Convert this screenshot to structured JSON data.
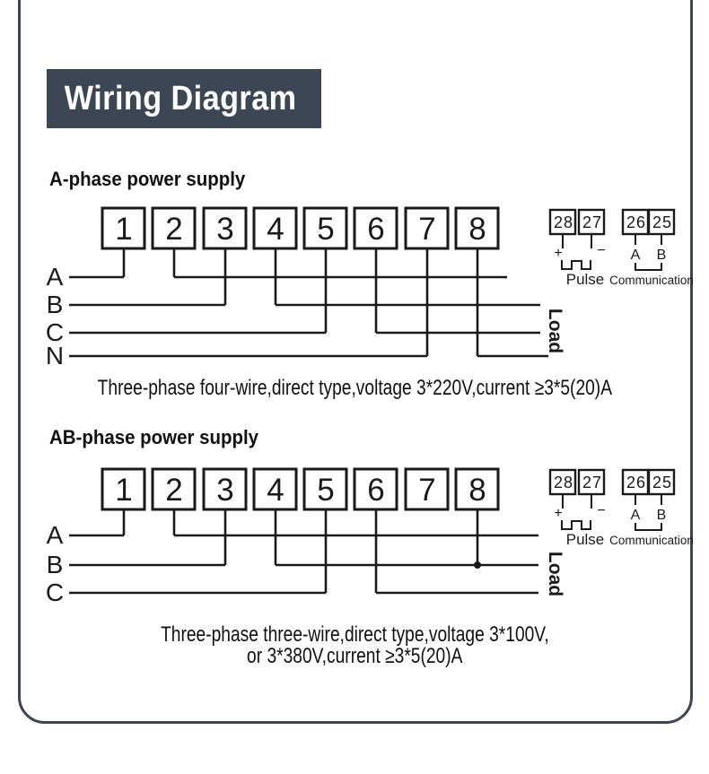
{
  "title": "Wiring Diagram",
  "terminals": [
    "1",
    "2",
    "3",
    "4",
    "5",
    "6",
    "7",
    "8"
  ],
  "aux": {
    "pulse_terminals": [
      "28",
      "27"
    ],
    "comm_terminals": [
      "26",
      "25"
    ],
    "plus": "+",
    "minus": "−",
    "pulse_label": "Pulse",
    "comm_a": "A",
    "comm_b": "B",
    "comm_label": "Communication"
  },
  "diagram1": {
    "heading": "A-phase power supply",
    "phases": [
      "A",
      "B",
      "C",
      "N"
    ],
    "load_label": "Load",
    "caption": "Three-phase four-wire,direct type,voltage 3*220V,current ≥3*5(20)A"
  },
  "diagram2": {
    "heading": "AB-phase power supply",
    "phases": [
      "A",
      "B",
      "C"
    ],
    "load_label": "Load",
    "caption_line1": "Three-phase three-wire,direct type,voltage 3*100V,",
    "caption_line2": "or 3*380V,current ≥3*5(20)A"
  },
  "colors": {
    "accent": "#3d4654",
    "ink": "#1a1a1a"
  }
}
